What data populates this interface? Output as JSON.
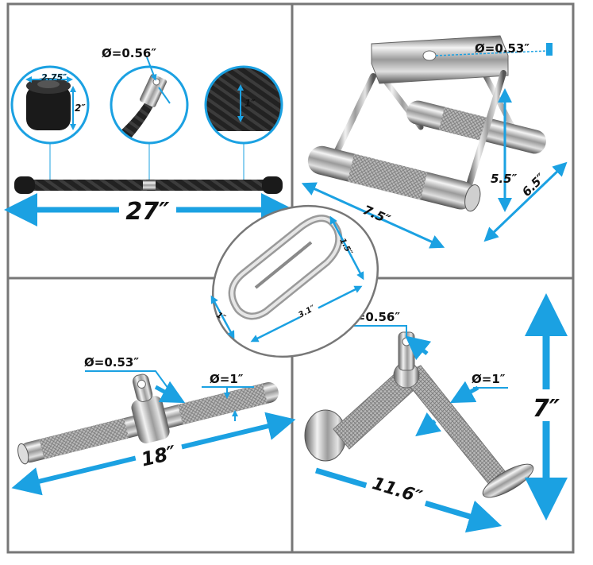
{
  "colors": {
    "accent": "#1ba1e2",
    "border": "#777777",
    "chrome_light": "#e8e8e8",
    "chrome_dark": "#6d6d6d",
    "rope": "#1b1b1b"
  },
  "panels": {
    "rope": {
      "diameter_label": "Ø=0.56″",
      "end_width_label": "2.75″",
      "end_height_label": "2″",
      "rope_thickness_label": "1″",
      "length_label": "27″"
    },
    "row_handle": {
      "hole_label": "Ø=0.53″",
      "height_label": "5.5″",
      "depth_label": "6.5″",
      "width_label": "7.5″"
    },
    "carabiner": {
      "width_label": "1.5″",
      "length_label": "3.1″",
      "depth_label": "1″"
    },
    "straight_bar": {
      "hole_label": "Ø=0.53″",
      "grip_label": "Ø=1″",
      "length_label": "18″"
    },
    "v_bar": {
      "hole_label": "Ø=0.56″",
      "grip_label": "Ø=1″",
      "height_label": "7″",
      "length_label": "11.6″"
    }
  }
}
